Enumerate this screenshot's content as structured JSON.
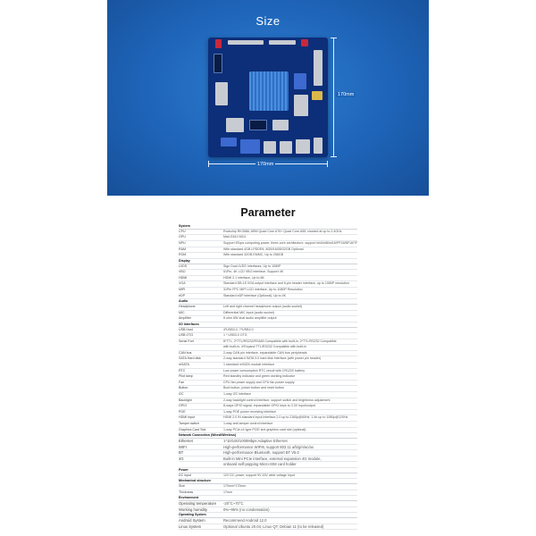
{
  "hero": {
    "title": "Size",
    "height_label": "170mm",
    "width_label": "170mm",
    "background_color": "#1e64b8"
  },
  "parameter": {
    "title": "Parameter"
  },
  "spec_sections": [
    {
      "name": "System",
      "rows": [
        {
          "k": "CPU",
          "v": "Rockchip RK3588, ARM Quad Core A76+ Quad Core A55, clocked at up to 2.4GHz"
        },
        {
          "k": "GPU",
          "v": "Mali-G610 MC4"
        },
        {
          "k": "NPU",
          "v": "Support 6Tops computing power, three-core architecture, support int4/int8/int16/FP16/BF16/TF32"
        },
        {
          "k": "RAM",
          "v": "With standard 4GB LPDDR4, 8GB/16GB/32GB Optional"
        },
        {
          "k": "ROM",
          "v": "With standard 32GB EMMC,  Up to 256GB"
        }
      ]
    },
    {
      "name": "Display",
      "rows": [
        {
          "k": "LVDS",
          "v": "Sign Dual LVDS Interfaces,  Up to 1080P"
        },
        {
          "k": "VBO",
          "v": "51Pin,  4K LCD VBO interface,  Support 4K"
        },
        {
          "k": "HDMI",
          "v": "HDMI 2.1 interface,  Up to 8K"
        },
        {
          "k": "VGA",
          "v": "Standard DB-15 VGA output interface and 6-pin header interface, up to 1080P resolution"
        },
        {
          "k": "MIPI",
          "v": "31Pin FPC MIPI LCD interface,  Up to 1080P Resolution"
        },
        {
          "k": "eDP",
          "v": "Standard eDP interface (Optional),  Up to 4K"
        }
      ]
    },
    {
      "name": "Audio",
      "rows": [
        {
          "k": "Headphone",
          "v": "Left and right channel headphone output (audio socket)"
        },
        {
          "k": "MIC",
          "v": "Differential MIC input (audio socket)"
        },
        {
          "k": "Amplifier",
          "v": "8 ohm 6W dual audio amplifier output"
        }
      ]
    },
    {
      "name": "I/O Interfaces",
      "rows": [
        {
          "k": "USB Host",
          "v": "4*USB3.0,  7*USB2.0"
        },
        {
          "k": "USB OTG",
          "v": "1 * USB3.0 OTG"
        },
        {
          "k": "Serial Port",
          "v": "8*TTL,  2*TTL/RS232/RS485 Compatible with built-in,  2*TTL/RS232 Compatible"
        },
        {
          "k": "",
          "v": "with built-in,  4*Expand TTL/RS232 Compatible with built-in"
        },
        {
          "k": "CAN bus",
          "v": "2-way CAN pin interface, expandable CAN bus peripherals"
        },
        {
          "k": "SATA Hard disk",
          "v": "2-way standard SATA 3.0 hard disk interface (with power pin header)"
        },
        {
          "k": "mSATA",
          "v": "1 standard mSATA module interface"
        },
        {
          "k": "RTC",
          "v": "Low power consumption RTC circuit with CR1220 battery"
        },
        {
          "k": "Pilot lamp",
          "v": "Red standby indicator and green working indicator"
        },
        {
          "k": "Fan",
          "v": "CPU fan power supply and CPU fan power supply"
        },
        {
          "k": "Button",
          "v": "Boot button, power button and reset button"
        },
        {
          "k": "I2C",
          "v": "1-way I2C interface"
        },
        {
          "k": "Backlight",
          "v": "2-way backlight control interface, support switch and brightness adjustment"
        },
        {
          "k": "GPIO",
          "v": "8-ways GPIO signal, expandable GPIO keys to 3.3V input/output"
        },
        {
          "k": "POE",
          "v": "1-way POE power receiving interface"
        },
        {
          "k": "HDMI Input",
          "v": "HDMI 2.0 IN standard input interface,2.0 up to 2160p@60Hz, 1.4b up to 1080p@120Hz"
        },
        {
          "k": "Tamper switch",
          "v": "1-way anti-tamper control interface"
        },
        {
          "k": "Graphics Card Slot",
          "v": "1-way PCIe-x4 type PCIE slot graphics card slot (optional)"
        }
      ]
    },
    {
      "name": "Network Connection  (Wired/Wireless)",
      "rows": [
        {
          "k": "Ethernet",
          "v": "1*10/100/1000Mbps Adaptive Ethernet",
          "big": true
        },
        {
          "k": "WIFI",
          "v": "High-performance WIFI6, support 802.11 a/b/g/n/ac/ax",
          "big": true
        },
        {
          "k": "BT",
          "v": "High-performance Bluetooth, support BT V5.0",
          "big": true
        },
        {
          "k": "4G",
          "v": "Built-in Mini PCIe interface, external expansion 4G module,",
          "big": true
        },
        {
          "k": "",
          "v": "onboard self-popping Micro-SIM card holder",
          "big": true
        }
      ]
    },
    {
      "name": "Power",
      "rows": [
        {
          "k": "DC input",
          "v": "12V DC power, support 9V-15V wide voltage input"
        }
      ]
    },
    {
      "name": "Mechanical structure",
      "rows": [
        {
          "k": "Size",
          "v": "170mm*170mm"
        },
        {
          "k": "Thickness",
          "v": "17mm"
        }
      ]
    },
    {
      "name": "Environment",
      "rows": [
        {
          "k": "Operating temperature",
          "v": "-20°C~70°C",
          "big": true
        },
        {
          "k": "Working humidity",
          "v": "0%~95%  (no condensation)",
          "big": true
        }
      ]
    },
    {
      "name": "Operating System",
      "rows": [
        {
          "k": "Android System",
          "v": "Recommend Android 12.0",
          "big": true
        },
        {
          "k": "Linux System",
          "v": "Optional Ubuntu 20.04, Linux QT, Debian 11 (to be released)",
          "big": true
        }
      ]
    }
  ]
}
